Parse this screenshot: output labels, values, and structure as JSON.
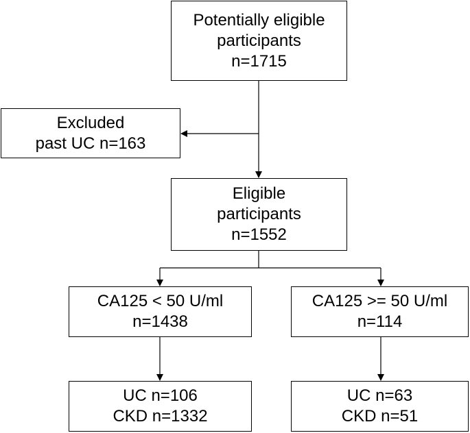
{
  "boxes": {
    "potential": {
      "lines": [
        "Potentially eligible",
        "participants",
        "n=1715"
      ]
    },
    "excluded": {
      "lines": [
        "Excluded",
        "past UC n=163"
      ]
    },
    "eligible": {
      "lines": [
        "Eligible",
        "participants",
        "n=1552"
      ]
    },
    "ca_low": {
      "lines": [
        "CA125 < 50 U/ml",
        "n=1438"
      ]
    },
    "ca_high": {
      "lines": [
        "CA125 >= 50 U/ml",
        "n=114"
      ]
    },
    "out_low": {
      "lines": [
        "UC n=106",
        "CKD n=1332"
      ]
    },
    "out_high": {
      "lines": [
        "UC n=63",
        "CKD n=51"
      ]
    }
  }
}
